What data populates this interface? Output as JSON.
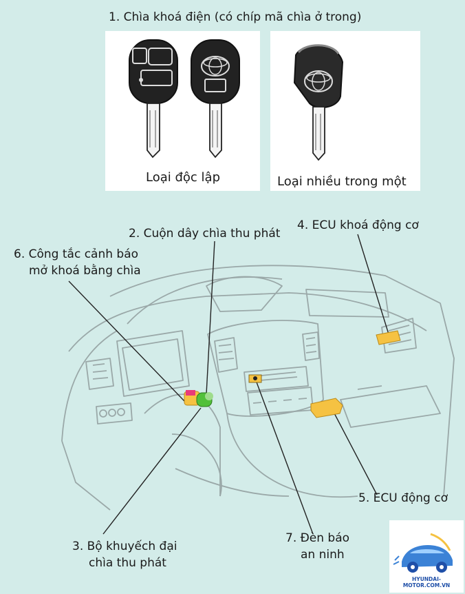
{
  "title": "1. Chìa khoá điện (có chíp mã chìa ở trong)",
  "key_panels": [
    {
      "caption": "Loại độc lập"
    },
    {
      "caption": "Loại nhiều trong một"
    }
  ],
  "components": {
    "c2": "2. Cuộn dây chìa thu phát",
    "c4": "4. ECU khoá động cơ",
    "c5": "5. ECU động cơ",
    "c6_line1": "6. Công tắc cảnh báo",
    "c6_line2": "mở khoá bằng chìa",
    "c3_line1": "3. Bộ khuyếch đại",
    "c3_line2": "chìa thu phát",
    "c7_line1": "7. Đèn báo",
    "c7_line2": "an ninh"
  },
  "logo": {
    "text": "HYUNDAI-MOTOR.COM.VN"
  },
  "colors": {
    "background": "#d3ece9",
    "component": "#f5c242",
    "accent": "#e83a7a",
    "green": "#52c03a"
  }
}
